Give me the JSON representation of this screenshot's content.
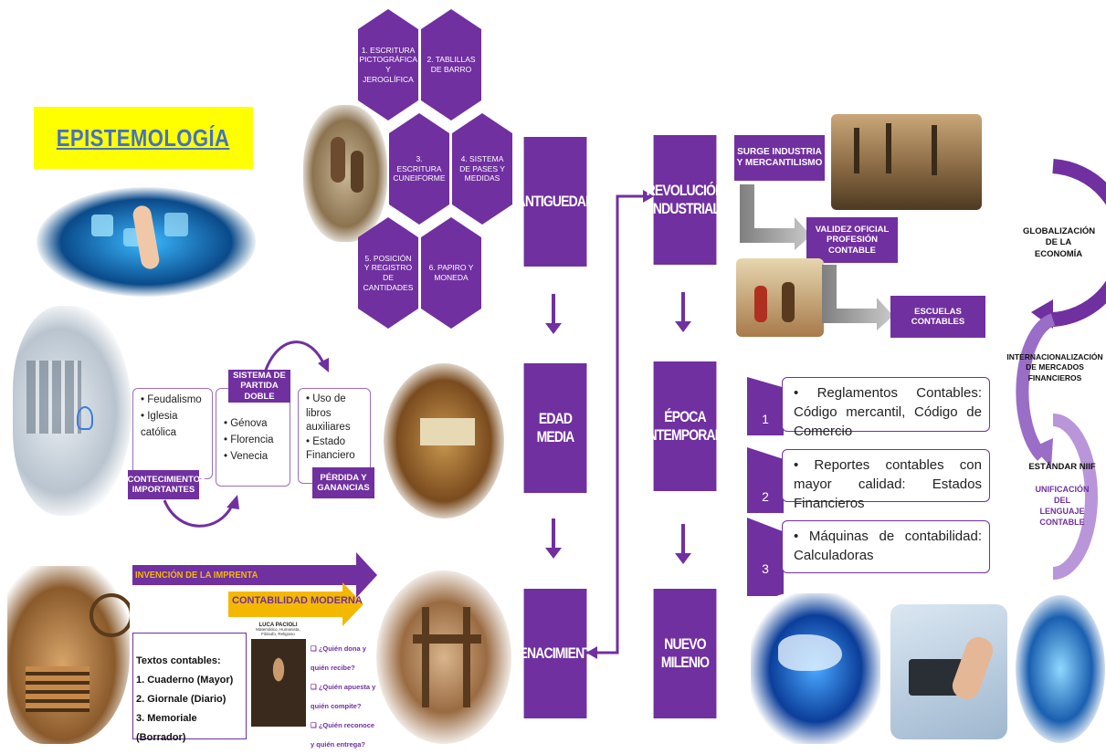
{
  "title": "EPISTEMOLOGÍA",
  "hexagons": [
    "1. ESCRITURA PICTOGRÁFICA Y JEROGLÍFICA",
    "2. TABLILLAS DE BARRO",
    "3. ESCRITURA CUNEIFORME",
    "4. SISTEMA DE PASES Y MEDIDAS",
    "5. POSICIÓN Y REGISTRO DE CANTIDADES",
    "6. PAPIRO Y MONEDA"
  ],
  "eras": {
    "antiguedad": "ANTIGUEDAD",
    "edad_media": "EDAD MEDIA",
    "renacimiento": "RENACIMIENTO",
    "revolucion": "REVOLUCIÓN INDUSTRIAL",
    "contemporanea": "ÉPOCA CONTEMPORANEA",
    "nuevo_milenio": "NUEVO MILENIO"
  },
  "edad_media": {
    "list1": [
      "Feudalismo",
      "Iglesia católica"
    ],
    "label1": "ACONTECIMIENTOS IMPORTANTES",
    "label2": "SISTEMA DE PARTIDA DOBLE",
    "list2": [
      "Génova",
      "Florencia",
      "Venecia"
    ],
    "list3": [
      "Uso de libros auxiliares",
      "Estado Financiero"
    ],
    "label3": "PÉRDIDA Y GANANCIAS"
  },
  "renacimiento": {
    "arrow1": "INVENCIÓN DE LA IMPRENTA",
    "arrow2": "CONTABILIDAD MODERNA",
    "textos_title": "Textos contables:",
    "textos": [
      "1. Cuaderno (Mayor)",
      "2. Giornale (Diario)",
      "3. Memoriale (Borrador)"
    ],
    "pacioli_name": "LUCA PACIOLI",
    "pacioli_sub": "Matemático, Humanista, Filósofo, Religioso",
    "questions": [
      "¿Quién dona y quién recibe?",
      "¿Quién apuesta y quién compite?",
      "¿Quién reconoce y quién entrega?"
    ]
  },
  "revolucion": {
    "step1": "SURGE INDUSTRIA Y MERCANTILISMO",
    "step2": "VALIDEZ OFICIAL PROFESIÓN CONTABLE",
    "step3": "ESCUELAS CONTABLES"
  },
  "contemporanea": {
    "items": [
      {
        "num": "1",
        "text": "Reglamentos Contables: Código mercantil, Código de Comercio"
      },
      {
        "num": "2",
        "text": "Reportes contables con mayor calidad: Estados Financieros"
      },
      {
        "num": "3",
        "text": "Máquinas de contabilidad: Calculadoras"
      }
    ]
  },
  "cycle": {
    "g1": "GLOBALIZACIÓN DE LA ECONOMÍA",
    "g2": "INTERNACIONALIZACIÓN DE MERCADOS FINANCIEROS",
    "g3": "ESTÁNDAR NIIF",
    "g4": "UNIFICACIÓN DEL LENGUAJE CONTABLE"
  },
  "colors": {
    "accent": "#7030a0",
    "title_bg": "#ffff00",
    "title_text": "#4472c4",
    "gold": "#f5b800"
  }
}
